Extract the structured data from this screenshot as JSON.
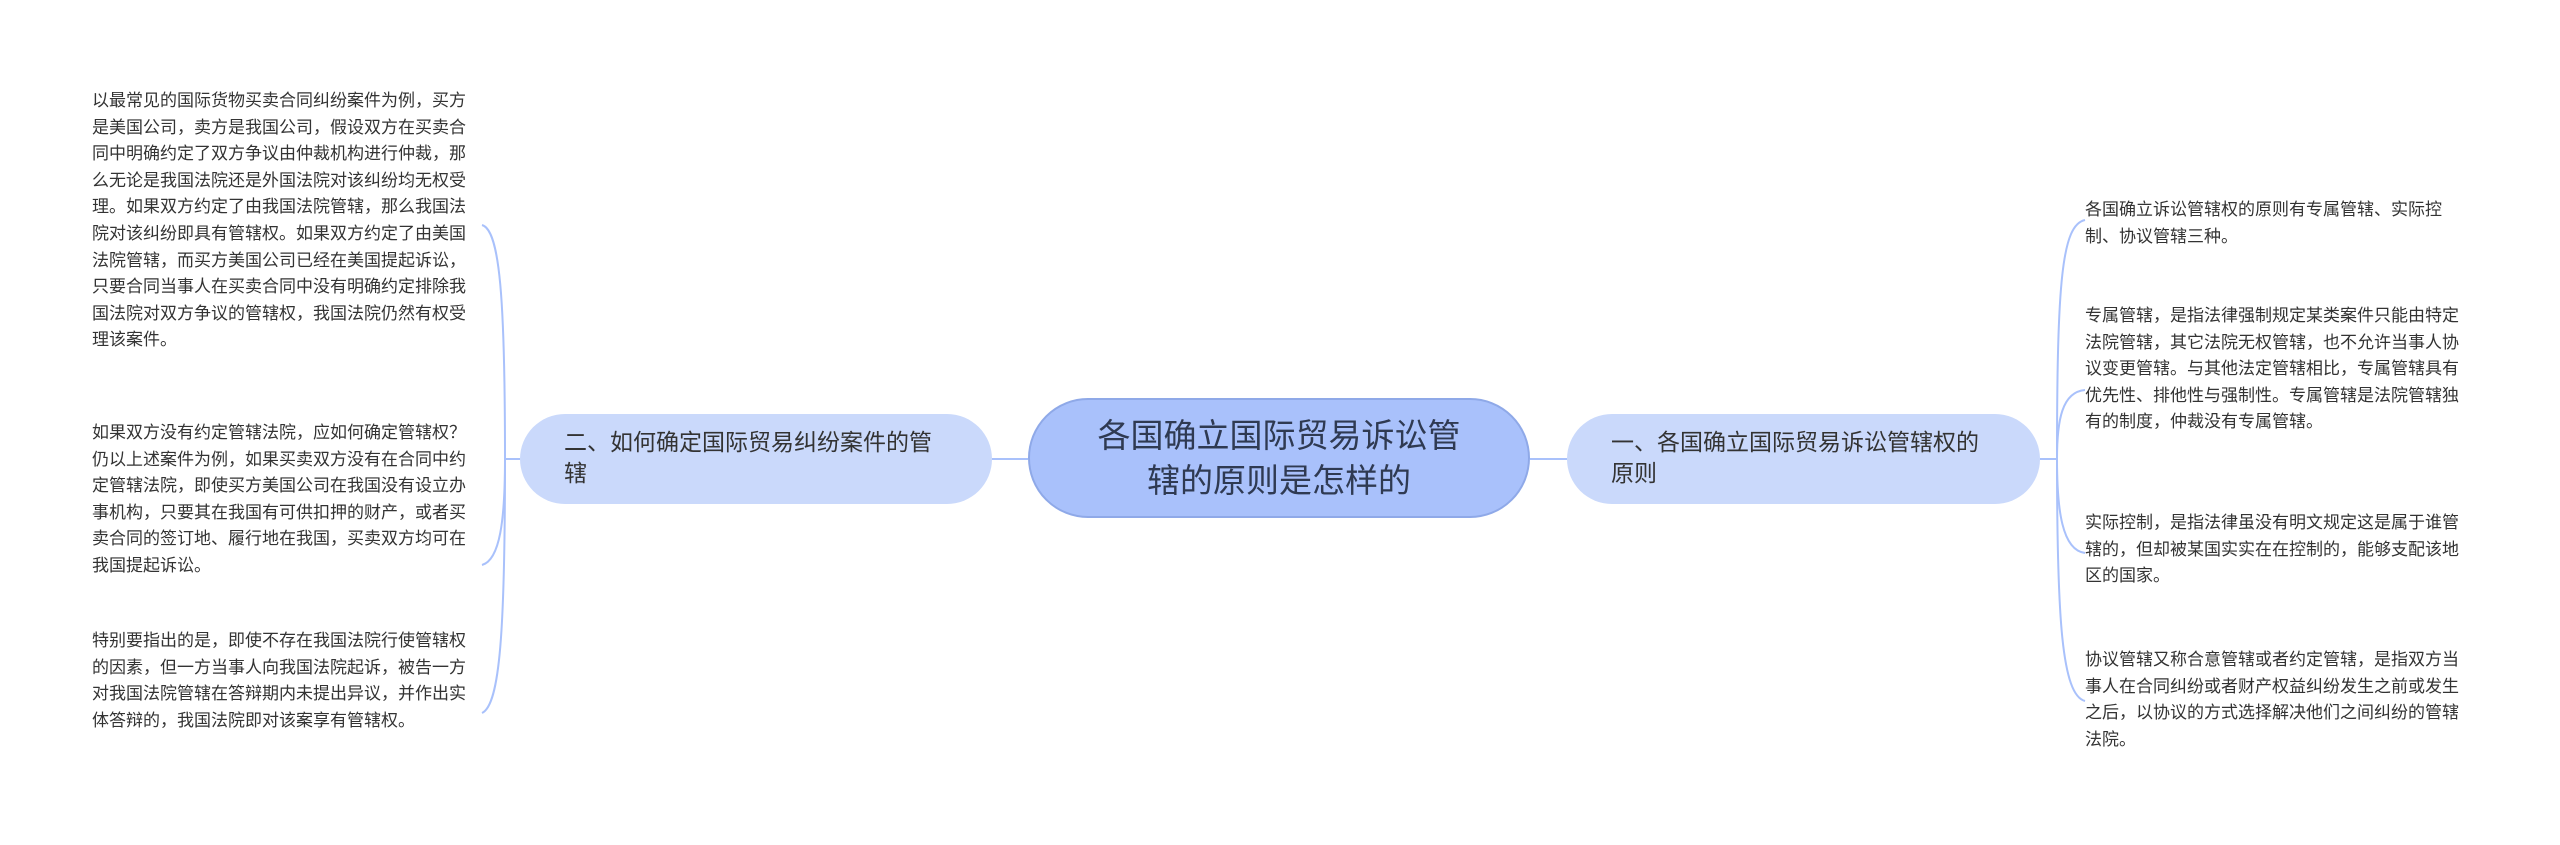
{
  "root": {
    "title": "各国确立国际贸易诉讼管辖的原则是怎样的"
  },
  "branches": {
    "left": {
      "label": "二、如何确定国际贸易纠纷案件的管辖",
      "leaves": [
        "以最常见的国际货物买卖合同纠纷案件为例，买方是美国公司，卖方是我国公司，假设双方在买卖合同中明确约定了双方争议由仲裁机构进行仲裁，那么无论是我国法院还是外国法院对该纠纷均无权受理。如果双方约定了由我国法院管辖，那么我国法院对该纠纷即具有管辖权。如果双方约定了由美国法院管辖，而买方美国公司已经在美国提起诉讼，只要合同当事人在买卖合同中没有明确约定排除我国法院对双方争议的管辖权，我国法院仍然有权受理该案件。",
        "如果双方没有约定管辖法院，应如何确定管辖权？仍以上述案件为例，如果买卖双方没有在合同中约定管辖法院，即使买方美国公司在我国没有设立办事机构，只要其在我国有可供扣押的财产，或者买卖合同的签订地、履行地在我国，买卖双方均可在我国提起诉讼。",
        "特别要指出的是，即使不存在我国法院行使管辖权的因素，但一方当事人向我国法院起诉，被告一方对我国法院管辖在答辩期内未提出异议，并作出实体答辩的，我国法院即对该案享有管辖权。"
      ]
    },
    "right": {
      "label": "一、各国确立国际贸易诉讼管辖权的原则",
      "leaves": [
        "各国确立诉讼管辖权的原则有专属管辖、实际控制、协议管辖三种。",
        "专属管辖，是指法律强制规定某类案件只能由特定法院管辖，其它法院无权管辖，也不允许当事人协议变更管辖。与其他法定管辖相比，专属管辖具有优先性、排他性与强制性。专属管辖是法院管辖独有的制度，仲裁没有专属管辖。",
        "实际控制，是指法律虽没有明文规定这是属于谁管辖的，但却被某国实实在在控制的，能够支配该地区的国家。",
        "协议管辖又称合意管辖或者约定管辖，是指双方当事人在合同纠纷或者财产权益纠纷发生之前或发生之后，以协议的方式选择解决他们之间纠纷的管辖法院。"
      ]
    }
  },
  "colors": {
    "root_fill": "#a9c1fb",
    "branch_fill": "#cad9fb",
    "connector": "#a9c1fb",
    "text": "#333333"
  }
}
